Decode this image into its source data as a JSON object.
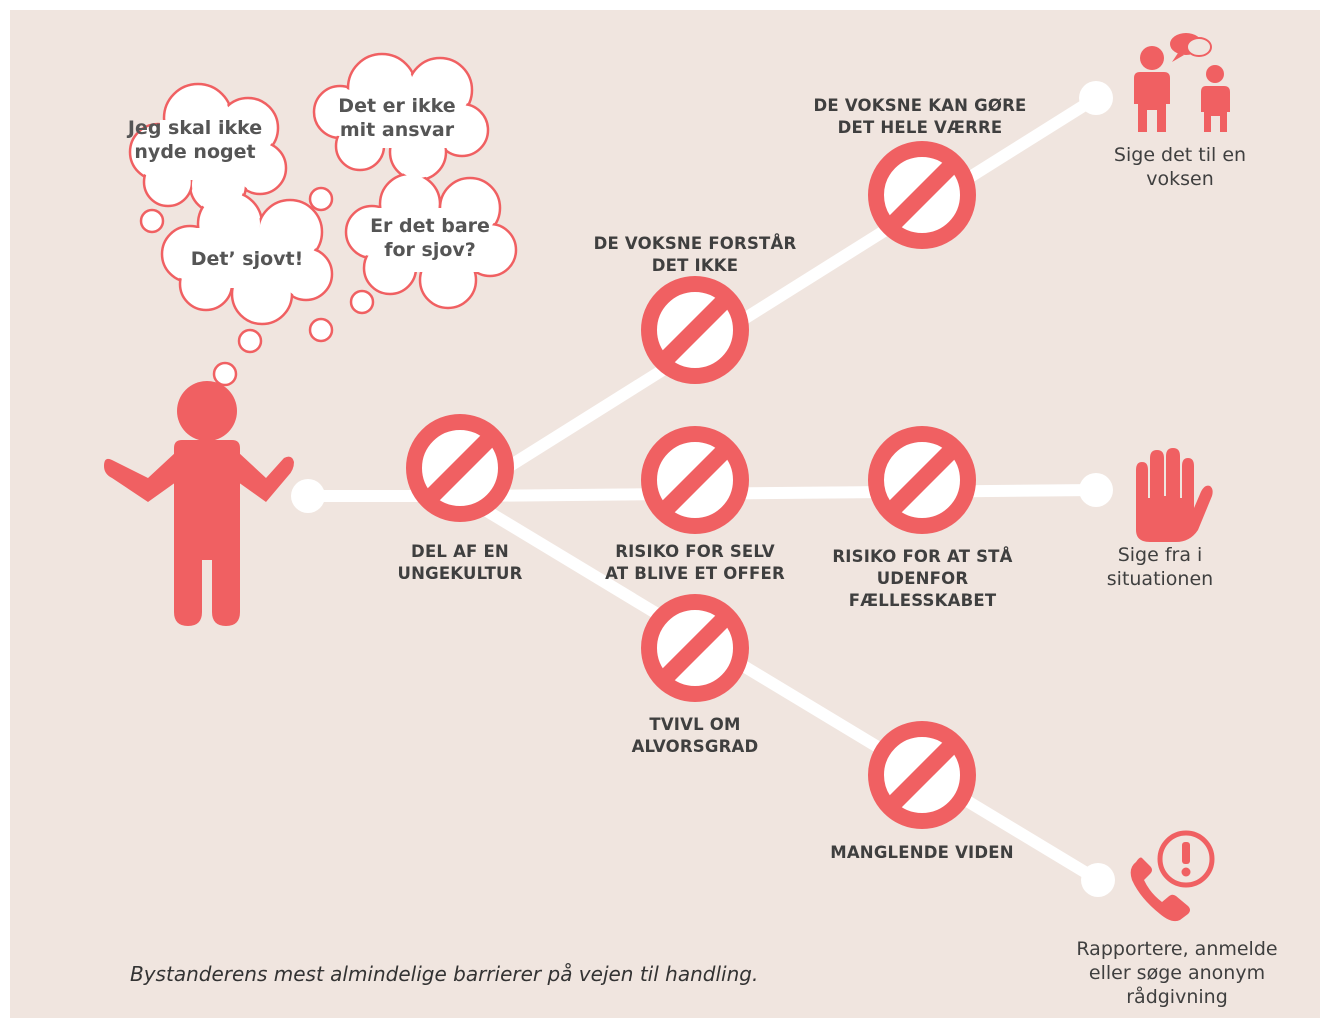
{
  "colors": {
    "background": "#f0e5df",
    "accent": "#f06062",
    "path": "#ffffff",
    "text": "#3f3f3f"
  },
  "thoughts": [
    "Jeg skal ikke\nnyde noget",
    "Det er ikke\nmit ansvar",
    "Det’ sjovt!",
    "Er det bare\nfor sjov?"
  ],
  "barriers": [
    "DEL AF EN\nUNGEKULTUR",
    "DE VOKSNE FORSTÅR\nDET IKKE",
    "DE VOKSNE KAN GØRE\nDET HELE VÆRRE",
    "RISIKO FOR SELV\nAT BLIVE ET OFFER",
    "RISIKO FOR AT STÅ\nUDENFOR\nFÆLLESSKABET",
    "TVIVL OM\nALVORSGRAD",
    "MANGLENDE VIDEN"
  ],
  "outcomes": [
    {
      "label": "Sige det til en\nvoksen",
      "icon": "people-talking-icon"
    },
    {
      "label": "Sige fra i\nsituationen",
      "icon": "stop-hand-icon"
    },
    {
      "label": "Rapportere, anmelde\neller søge anonym\nrådgivning",
      "icon": "phone-alert-icon"
    }
  ],
  "caption": "Bystanderens mest almindelige barrierer på vejen til handling."
}
